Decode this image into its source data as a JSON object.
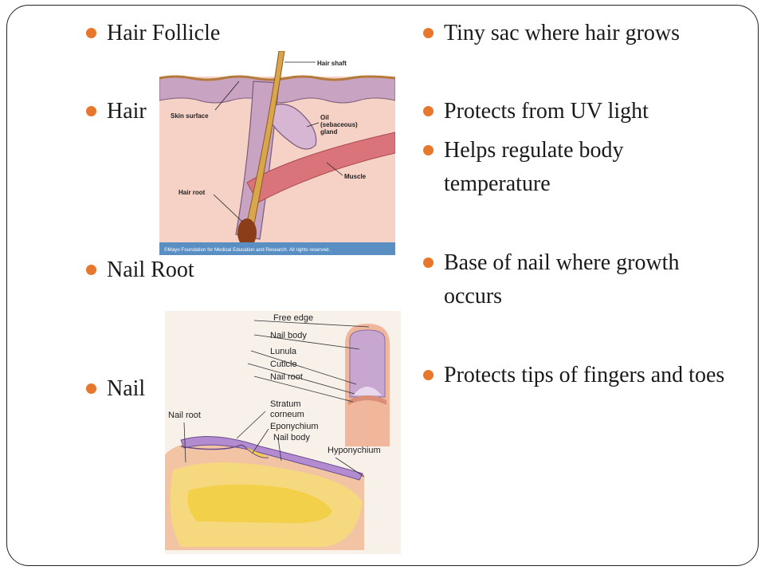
{
  "left_bullets": [
    "Hair Follicle",
    "Hair",
    "Nail Root",
    "Nail"
  ],
  "right_bullets": [
    "Tiny sac where hair grows",
    "Protects from UV light",
    "Helps regulate body temperature",
    "Base of nail where growth occurs",
    "Protects tips of fingers and toes"
  ],
  "hair_figure": {
    "labels": {
      "hair_shaft": "Hair shaft",
      "skin_surface": "Skin surface",
      "oil_gland_1": "Oil",
      "oil_gland_2": "(sebaceous)",
      "oil_gland_3": "gland",
      "muscle": "Muscle",
      "hair_root": "Hair root"
    },
    "credit": "©Mayo Foundation for Medical Education and Research.  All rights reserved."
  },
  "nail_figure": {
    "labels": {
      "free_edge": "Free edge",
      "nail_body_top": "Nail body",
      "lunula": "Lunula",
      "cuticle": "Cuticle",
      "nail_root_top": "Nail root",
      "nail_root_side": "Nail root",
      "stratum_1": "Stratum",
      "stratum_2": "corneum",
      "eponychium": "Eponychium",
      "nail_body_side": "Nail body",
      "hyponychium": "Hyponychium"
    }
  },
  "colors": {
    "bullet": "#e8772e",
    "text": "#1a1a1a",
    "frame": "#222222"
  }
}
